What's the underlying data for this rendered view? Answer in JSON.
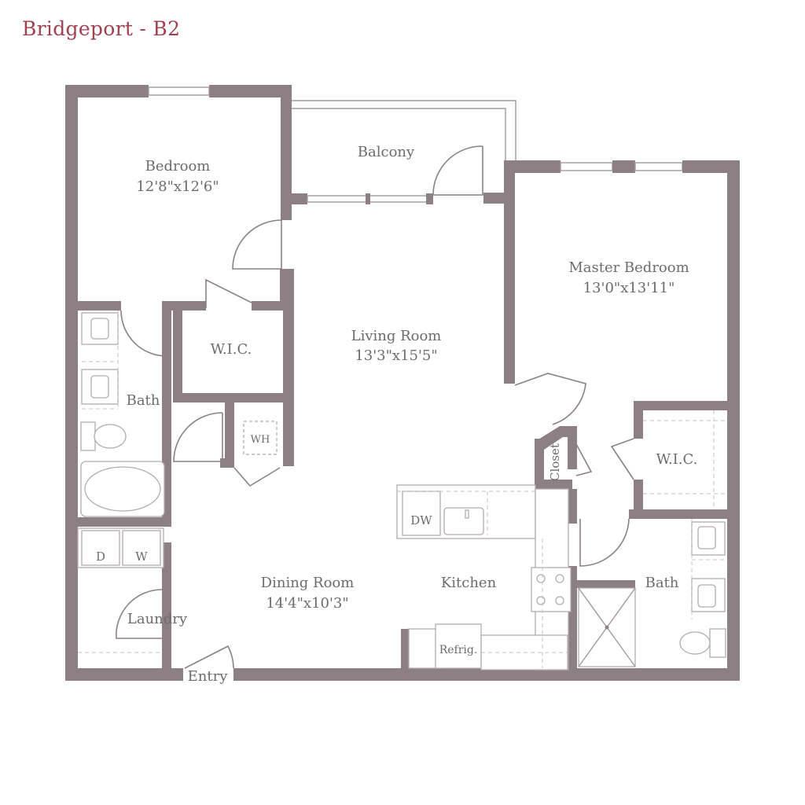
{
  "title": "Bridgeport - B2",
  "rooms": {
    "bedroom": {
      "name": "Bedroom",
      "size": "12'8\"x12'6\""
    },
    "balcony": {
      "name": "Balcony"
    },
    "master_bedroom": {
      "name": "Master Bedroom",
      "size": "13'0\"x13'11\""
    },
    "living_room": {
      "name": "Living Room",
      "size": "13'3\"x15'5\""
    },
    "wic_left": {
      "name": "W.I.C."
    },
    "wic_right": {
      "name": "W.I.C."
    },
    "bath_left": {
      "name": "Bath"
    },
    "bath_right": {
      "name": "Bath"
    },
    "dining_room": {
      "name": "Dining Room",
      "size": "14'4\"x10'3\""
    },
    "kitchen": {
      "name": "Kitchen"
    },
    "laundry": {
      "name": "Laundry"
    },
    "entry": {
      "name": "Entry"
    },
    "closet": {
      "name": "Closet"
    }
  },
  "fixtures": {
    "water_heater": "WH",
    "dishwasher": "DW",
    "dryer": "D",
    "washer": "W",
    "refrigerator": "Refrig."
  },
  "colors": {
    "title": "#a0414f",
    "walls": "#8d8084",
    "labels": "#6f6a6c"
  }
}
